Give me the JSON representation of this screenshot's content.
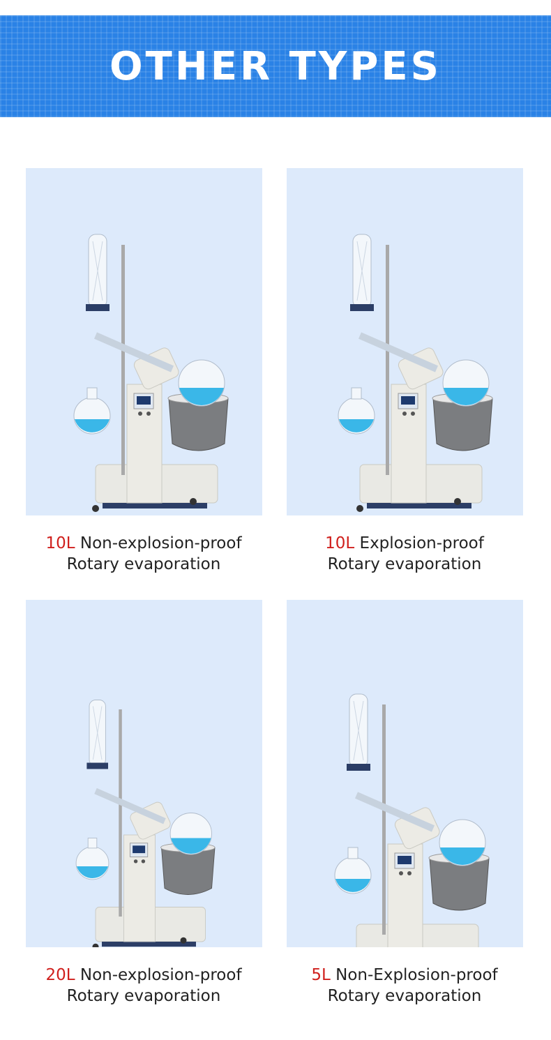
{
  "banner": {
    "title": "OTHER TYPES"
  },
  "products": [
    {
      "size": "10L",
      "line1": "Non-explosion-proof",
      "line2": "Rotary evaporation"
    },
    {
      "size": "10L",
      "line1": "Explosion-proof",
      "line2": "Rotary evaporation"
    },
    {
      "size": "20L",
      "line1": "Non-explosion-proof",
      "line2": "Rotary evaporation"
    },
    {
      "size": "5L",
      "line1": "Non-Explosion-proof",
      "line2": "Rotary evaporation"
    }
  ],
  "colors": {
    "banner": "#2a82e6",
    "card_bg": "#ddeafb",
    "size_text": "#d0201d",
    "liquid": "#3ab7e8"
  }
}
